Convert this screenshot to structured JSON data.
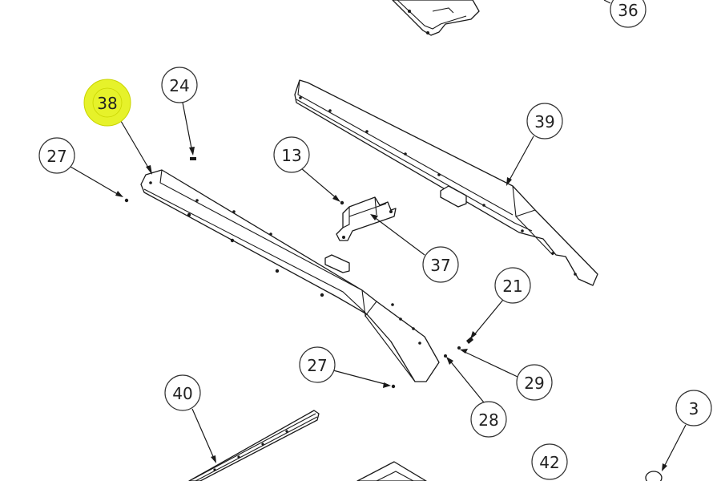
{
  "callouts": [
    {
      "id": "36",
      "label": "36",
      "highlighted": false
    },
    {
      "id": "38",
      "label": "38",
      "highlighted": true
    },
    {
      "id": "24",
      "label": "24",
      "highlighted": false
    },
    {
      "id": "27a",
      "label": "27",
      "highlighted": false
    },
    {
      "id": "13",
      "label": "13",
      "highlighted": false
    },
    {
      "id": "39",
      "label": "39",
      "highlighted": false
    },
    {
      "id": "37",
      "label": "37",
      "highlighted": false
    },
    {
      "id": "21",
      "label": "21",
      "highlighted": false
    },
    {
      "id": "27b",
      "label": "27",
      "highlighted": false
    },
    {
      "id": "29",
      "label": "29",
      "highlighted": false
    },
    {
      "id": "28",
      "label": "28",
      "highlighted": false
    },
    {
      "id": "40",
      "label": "40",
      "highlighted": false
    },
    {
      "id": "3",
      "label": "3",
      "highlighted": false
    },
    {
      "id": "42",
      "label": "42",
      "highlighted": false
    }
  ],
  "colors": {
    "highlight": "#e6f22a",
    "line": "#1a1a1a",
    "background": "#ffffff"
  }
}
